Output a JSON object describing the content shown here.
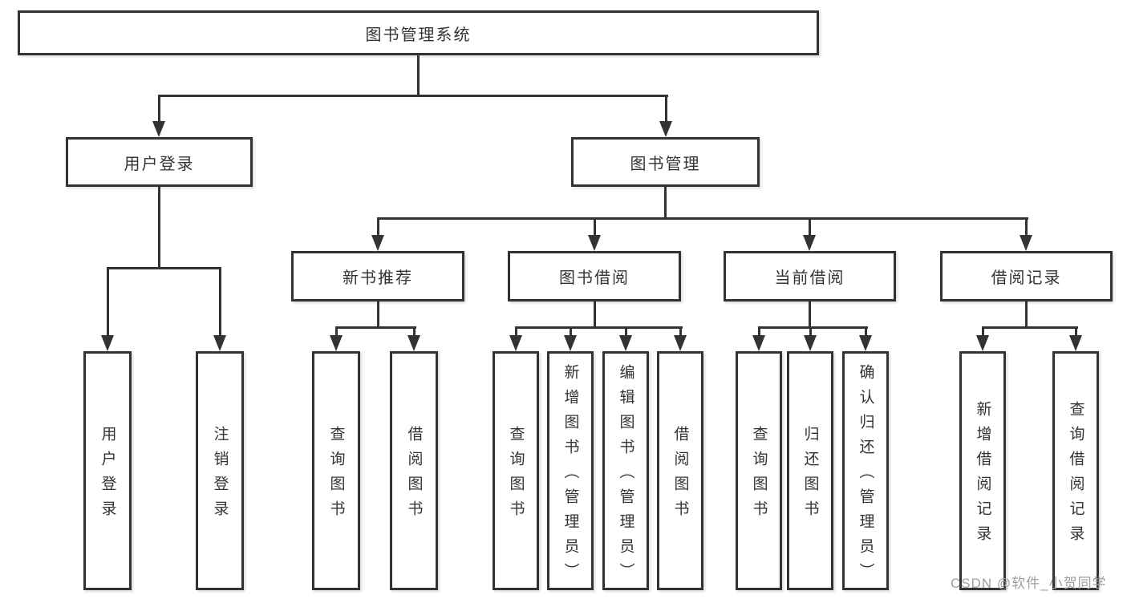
{
  "diagram": {
    "type": "org-tree",
    "title": "图书管理系统",
    "branches": [
      {
        "label": "用户登录",
        "leaves": [
          "用户登录",
          "注销登录"
        ]
      },
      {
        "label": "图书管理",
        "groups": [
          {
            "label": "新书推荐",
            "leaves": [
              "查询图书",
              "借阅图书"
            ]
          },
          {
            "label": "图书借阅",
            "leaves": [
              "查询图书",
              "新增图书（管理员）",
              "编辑图书（管理员）",
              "借阅图书"
            ]
          },
          {
            "label": "当前借阅",
            "leaves": [
              "查询图书",
              "归还图书",
              "确认归还（管理员）"
            ]
          },
          {
            "label": "借阅记录",
            "leaves": [
              "新增借阅记录",
              "查询借阅记录"
            ]
          }
        ]
      }
    ]
  },
  "watermark": "CSDN @软件_小贺同学",
  "colors": {
    "line": "#333333",
    "box_border": "#333333",
    "box_background": "#ffffff",
    "text": "#333333",
    "watermark": "#9e9e9e"
  }
}
